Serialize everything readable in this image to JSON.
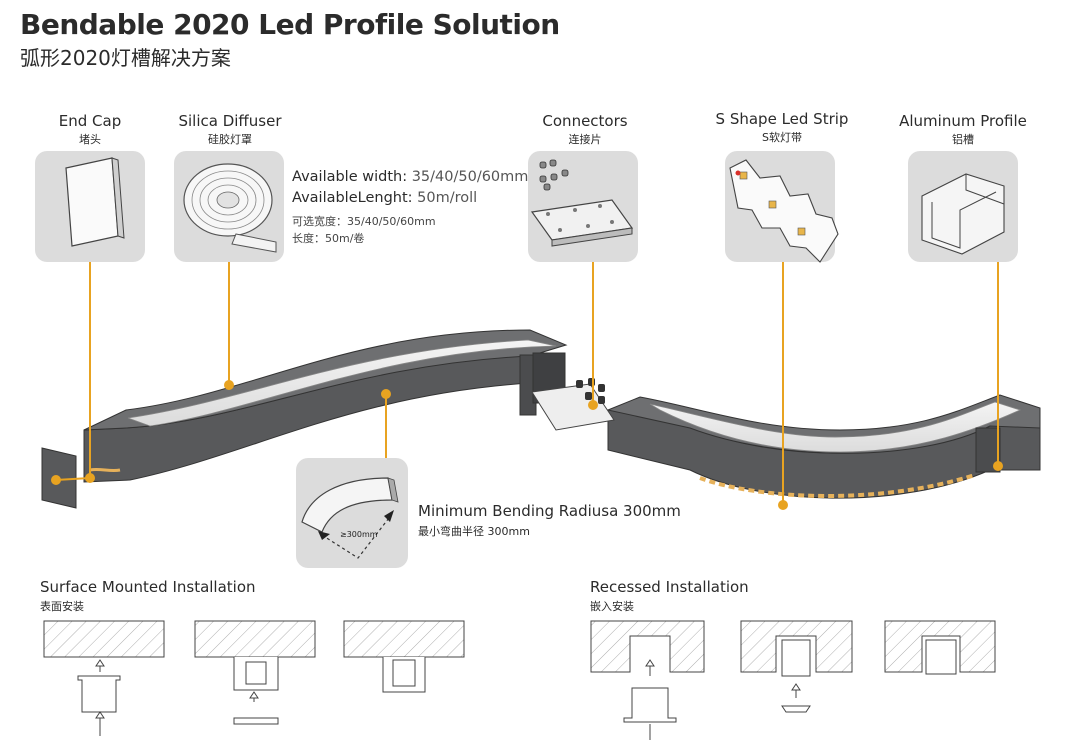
{
  "title": {
    "en": "Bendable 2020 Led Profile Solution",
    "cn": "弧形2020灯槽解决方案"
  },
  "components": [
    {
      "en": "End Cap",
      "cn": "堵头"
    },
    {
      "en": "Silica Diffuser",
      "cn": "硅胶灯罩"
    },
    {
      "en": "Connectors",
      "cn": "连接片"
    },
    {
      "en": "S Shape Led Strip",
      "cn": "S软灯带"
    },
    {
      "en": "Aluminum Profile",
      "cn": "铝槽"
    }
  ],
  "specs": {
    "width_label": "Available width:",
    "width_value": "35/40/50/60mm",
    "length_label": "AvailableLenght:",
    "length_value": "50m/roll",
    "width_cn": "可选宽度：35/40/50/60mm",
    "length_cn": "长度：50m/卷"
  },
  "bending": {
    "en": "Minimum Bending Radiusa 300mm",
    "cn": "最小弯曲半径 300mm",
    "tag": "≥300mm"
  },
  "installation": {
    "surface": {
      "en": "Surface Mounted Installation",
      "cn": "表面安装"
    },
    "recessed": {
      "en": "Recessed  Installation",
      "cn": "嵌入安装"
    }
  },
  "colors": {
    "accent": "#e8a321",
    "card": "#dcdcdc",
    "profile": "#58595b"
  }
}
